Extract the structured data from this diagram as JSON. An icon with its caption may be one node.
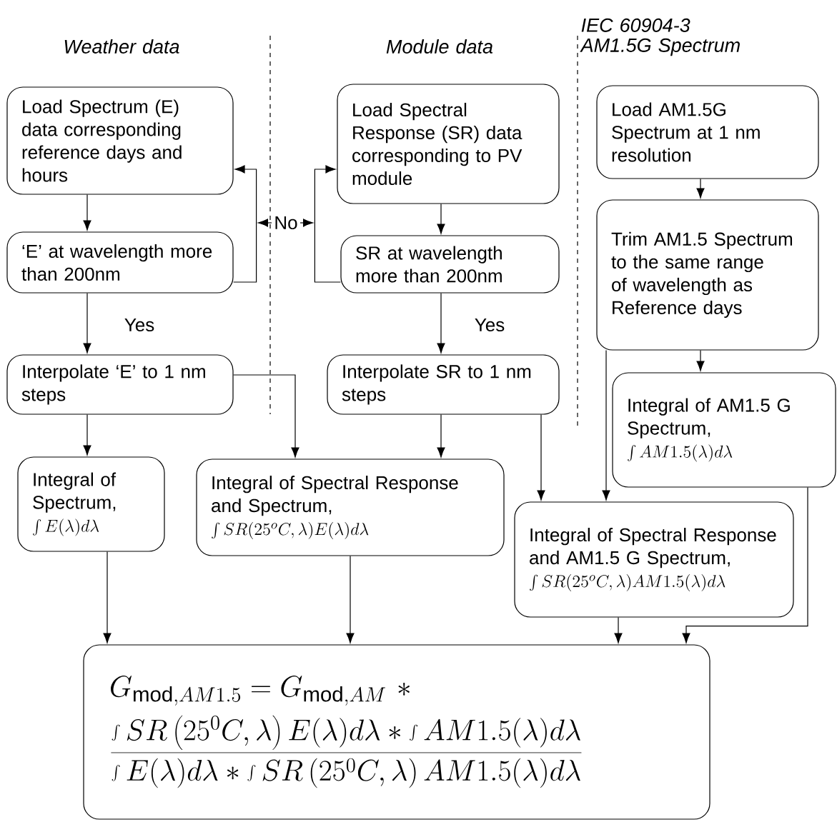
{
  "diagram": {
    "nodes": [
      {
        "text": [
          "Load Spectrum (E) data corresponding reference days and hours"
        ]
      },
      {
        "text": [
          "‘E’ at wavelength more than 200nm"
        ]
      },
      {
        "text": [
          "Interpolate ‘E’ to 1 nm steps"
        ]
      },
      {
        "text": [
          "Integral of Spectrum,",
          "\\int E(\\lambda)d\\lambda"
        ]
      },
      {
        "text": [
          "Load Spectral Response (SR) data corresponding to PV module"
        ]
      },
      {
        "text": [
          "SR at wavelength more than 200nm"
        ]
      },
      {
        "text": [
          "Interpolate SR to 1 nm steps"
        ]
      },
      {
        "text": [
          "Integral of Spectral Response and Spectrum,",
          "\\int SR(25^{o}C,\\lambda)E(\\lambda)d\\lambda"
        ]
      },
      {
        "text": [
          "Load AM1.5G Spectrum at 1 nm resolution"
        ]
      },
      {
        "text": [
          "Trim AM1.5 Spectrum to the same range of wavelength as Reference days"
        ]
      },
      {
        "text": [
          "Integral of AM1.5 G Spectrum,",
          "\\int AM1.5(\\lambda)d\\lambda"
        ]
      },
      {
        "text": [
          "Integral of Spectral Response and AM1.5 G Spectrum,",
          "\\int SR(25^{o}C,\\lambda)AM1.5(\\lambda)d\\lambda"
        ]
      },
      {
        "text": [
          "G_{\\mathrm{mod},AM1.5}=G_{\\mathrm{mod},AM}\\ *",
          "\\frac{\\int SR\\left(25^{0}C,\\lambda\\right)E(\\lambda)d\\lambda*\\int AM1.5(\\lambda)d\\lambda}{\\int E(\\lambda)d\\lambda*\\int SR\\left(25^{0}C,\\lambda\\right)AM1.5(\\lambda)d\\lambda}"
        ]
      }
    ],
    "edges": [
      {
        "from": 0,
        "to": 1,
        "arrow": "to"
      },
      {
        "from": 1,
        "to": 0,
        "arrow": "to",
        "label": "No"
      },
      {
        "from": 1,
        "to": 2,
        "arrow": "to",
        "label": "Yes"
      },
      {
        "from": 2,
        "to": 3,
        "arrow": "to"
      },
      {
        "from": 2,
        "to": 7,
        "arrow": "to"
      },
      {
        "from": 4,
        "to": 5,
        "arrow": "to"
      },
      {
        "from": 5,
        "to": 4,
        "arrow": "to"
      },
      {
        "from": 5,
        "to": 6,
        "arrow": "to",
        "label": "Yes"
      },
      {
        "from": 6,
        "to": 7,
        "arrow": "to"
      },
      {
        "from": 6,
        "to": 11,
        "arrow": "to"
      },
      {
        "from": 8,
        "to": 9,
        "arrow": "to"
      },
      {
        "from": 9,
        "to": 10,
        "arrow": "to"
      },
      {
        "from": 9,
        "to": 11,
        "arrow": "to"
      },
      {
        "from": 10,
        "to": 12,
        "arrow": "to"
      },
      {
        "from": 3,
        "to": 12,
        "arrow": "to"
      },
      {
        "from": 7,
        "to": 12,
        "arrow": "to"
      },
      {
        "from": 11,
        "to": 12,
        "arrow": "to"
      }
    ],
    "labels": [
      "Weather data",
      "Module data",
      "IEC 60904-3 AM1.5G Spectrum"
    ]
  }
}
